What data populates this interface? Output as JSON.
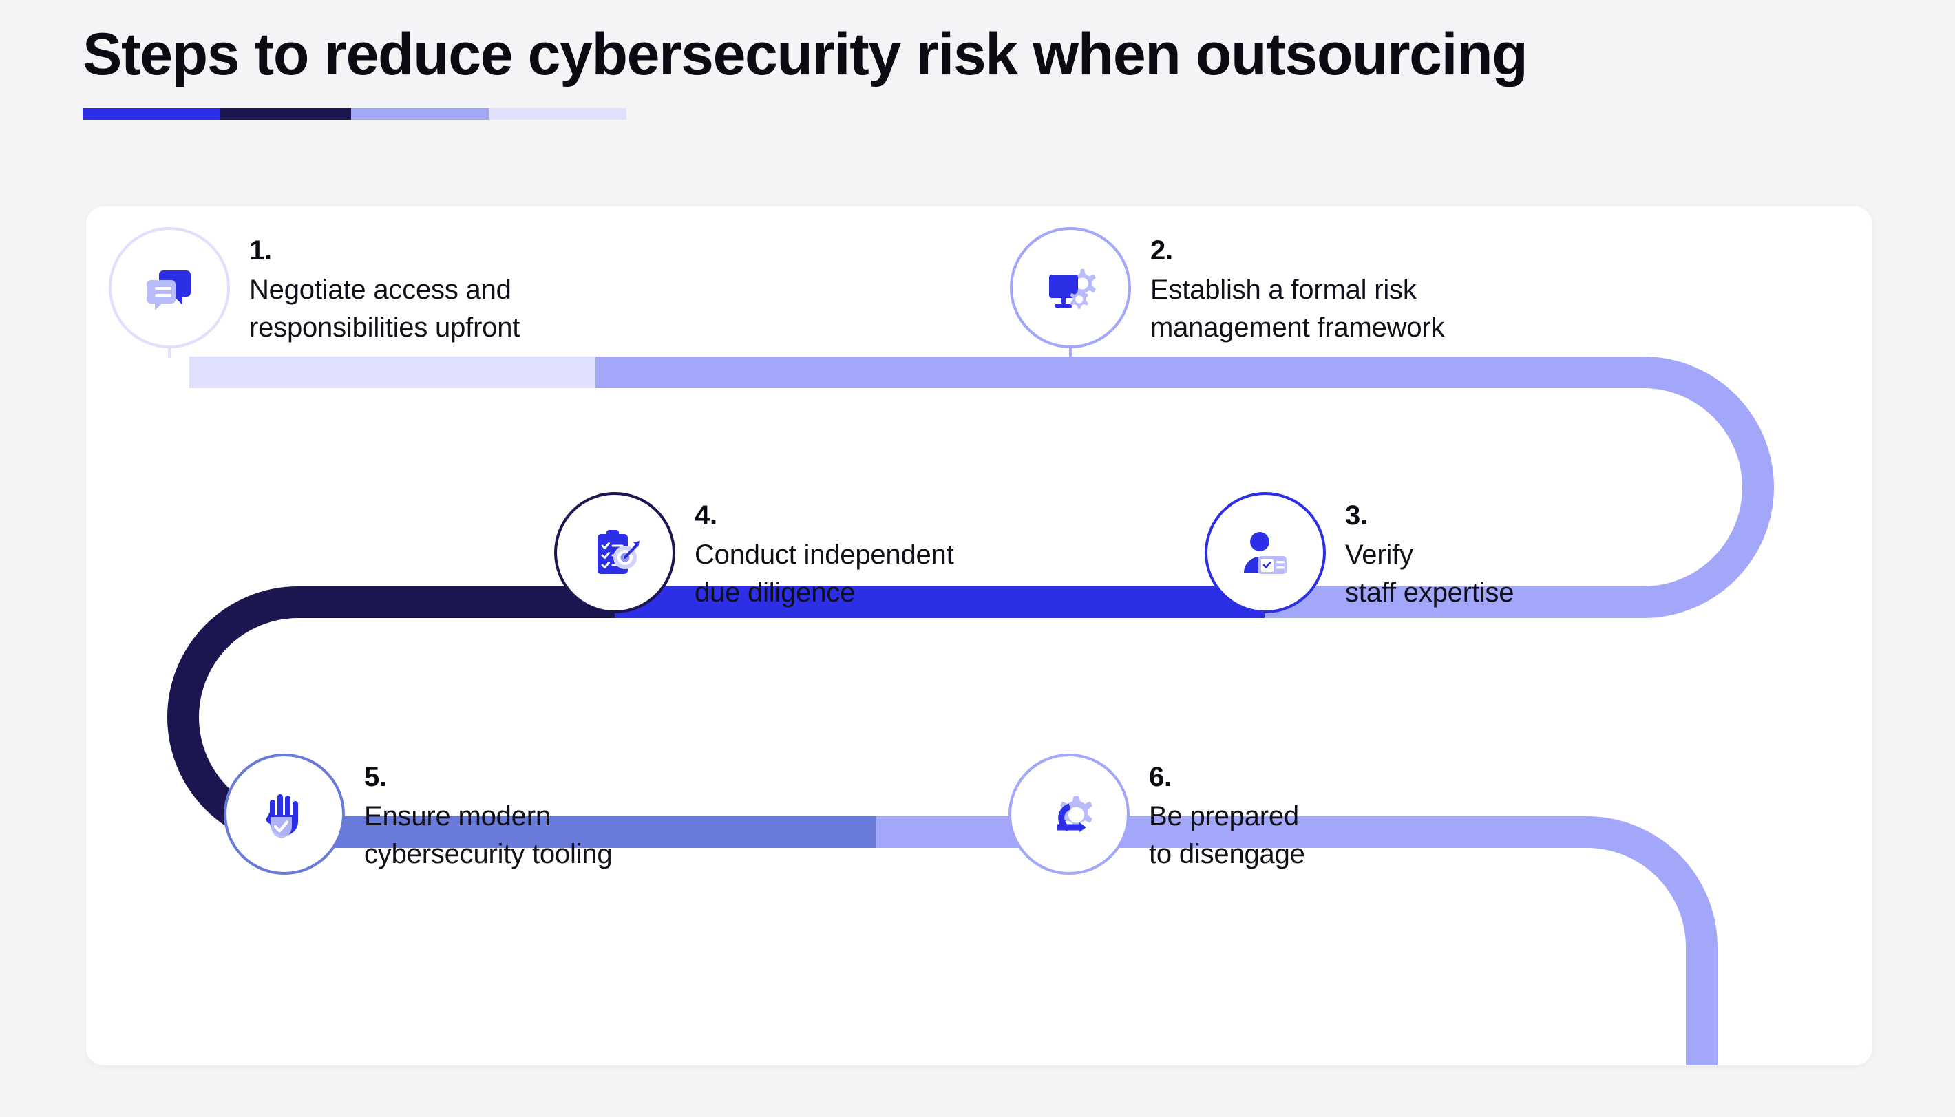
{
  "header": {
    "title": "Steps to reduce cybersecurity risk when outsourcing",
    "accent_segments": [
      {
        "name": "segment-bright-blue",
        "color": "#2c2fe5"
      },
      {
        "name": "segment-navy",
        "color": "#1b1550"
      },
      {
        "name": "segment-periwinkle",
        "color": "#a3a7f9"
      },
      {
        "name": "segment-lavender",
        "color": "#dfe0fd"
      }
    ]
  },
  "palette": {
    "bright_blue": "#2c2fe5",
    "navy": "#1b1550",
    "periwinkle": "#a3a7f9",
    "lavender": "#dfe0fd",
    "slate_blue": "#6a7ad9",
    "card_bg": "#ffffff",
    "page_bg": "#f4f4f6",
    "text": "#10101a"
  },
  "steps": [
    {
      "number": "1.",
      "label": "Negotiate access and\nresponsibilities upfront",
      "icon": "chat-bubbles-icon",
      "ring_color": "#dfe0fd",
      "stem_color": "#dfe0fd"
    },
    {
      "number": "2.",
      "label": "Establish a formal risk\nmanagement framework",
      "icon": "monitor-gear-icon",
      "ring_color": "#a3a7f9",
      "stem_color": "#a3a7f9"
    },
    {
      "number": "3.",
      "label": "Verify\nstaff expertise",
      "icon": "person-id-badge-icon",
      "ring_color": "#2c2fe5",
      "stem_color": "#2c2fe5"
    },
    {
      "number": "4.",
      "label": "Conduct independent\ndue diligence",
      "icon": "clipboard-target-icon",
      "ring_color": "#1b1550",
      "stem_color": "#1b1550"
    },
    {
      "number": "5.",
      "label": "Ensure modern\ncybersecurity tooling",
      "icon": "hand-shield-icon",
      "ring_color": "#6a7ad9",
      "stem_color": "#6a7ad9"
    },
    {
      "number": "6.",
      "label": "Be prepared\nto disengage",
      "icon": "refresh-gear-icon",
      "ring_color": "#a3a7f9",
      "stem_color": "#a3a7f9"
    }
  ],
  "track": {
    "row1_left_color": "#dfe0fd",
    "row1_right_color": "#a3a7f9",
    "right_turn_color": "#a3a7f9",
    "row2_right_color": "#a3a7f9",
    "row2_mid_color": "#2c2fe5",
    "row2_left_color": "#1b1550",
    "left_turn_color": "#1b1550",
    "row3_left_color": "#6a7ad9",
    "row3_right_color": "#a3a7f9",
    "thickness": 46
  }
}
